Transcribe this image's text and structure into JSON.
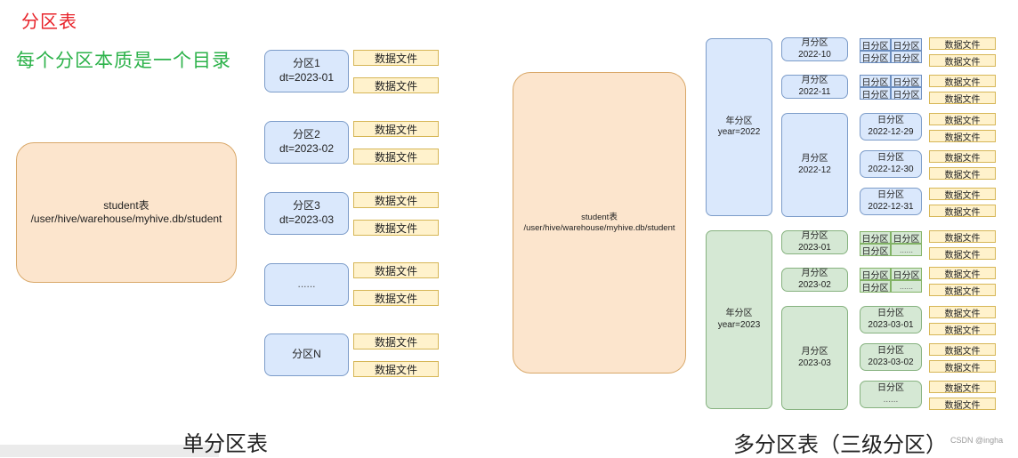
{
  "header": {
    "title": "分区表",
    "subtitle": "每个分区本质是一个目录"
  },
  "left": {
    "table_name": "student表",
    "table_path": "/user/hive/warehouse/myhive.db/student",
    "partitions": [
      {
        "name": "分区1",
        "value": "dt=2023-01"
      },
      {
        "name": "分区2",
        "value": "dt=2023-02"
      },
      {
        "name": "分区3",
        "value": "dt=2023-03"
      },
      {
        "name": "......",
        "value": ""
      },
      {
        "name": "分区N",
        "value": ""
      }
    ],
    "file_label": "数据文件",
    "caption": "单分区表"
  },
  "right": {
    "table_name": "student表",
    "table_path": "/user/hive/warehouse/myhive.db/student",
    "year_label": "年分区",
    "month_label": "月分区",
    "day_label": "日分区",
    "dots": "......",
    "file_label": "数据文件",
    "years": [
      "year=2022",
      "year=2023"
    ],
    "months_2022": [
      "2022-10",
      "2022-11",
      "2022-12"
    ],
    "days_2022_12": [
      "2022-12-29",
      "2022-12-30",
      "2022-12-31"
    ],
    "months_2023": [
      "2023-01",
      "2023-02",
      "2023-03"
    ],
    "days_2023_03": [
      "2023-03-01",
      "2023-03-02",
      ""
    ],
    "caption": "多分区表（三级分区）"
  },
  "watermark": "CSDN @ingha",
  "colors": {
    "title_red": "#e8232a",
    "title_green": "#2cb24a",
    "table_fill": "#fce5cd",
    "partition_blue": "#dae8fc",
    "partition_green": "#d5e8d4",
    "file_fill": "#fff2cc"
  }
}
